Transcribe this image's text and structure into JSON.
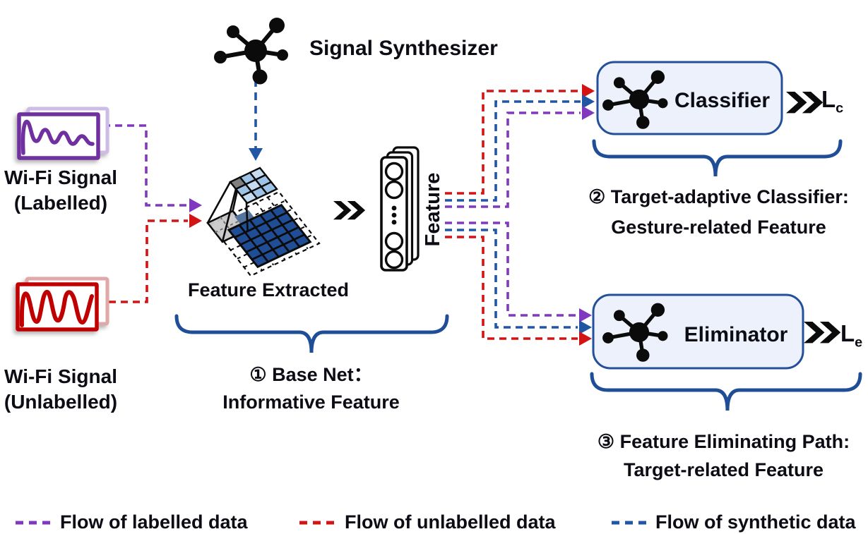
{
  "title": "Wi-Fi sensing framework diagram",
  "colors": {
    "ink": "#0c0c14",
    "purple_flow": "#8038BE",
    "purple_box": "#7030A0",
    "purple_shadow": "#CDBCE6",
    "red_flow": "#D21414",
    "red_box": "#C00000",
    "red_shadow": "#E0A8A8",
    "blue_flow": "#2156A5",
    "brace_blue": "#1F4E96",
    "box_fill": "#EDF1FB",
    "box_border": "#24509B",
    "grid_dark_blue": "#1F4E96",
    "grid_light_blue": "#9DC3E6",
    "grid_lighter_blue": "#C6DCF1",
    "gray_patch": "#C9C9C9",
    "dark_gray": "#7F7F7F",
    "steel": "#54749E"
  },
  "icons": {
    "synthesizer": "molecule-icon",
    "classifier": "molecule-icon",
    "eliminator": "molecule-icon",
    "forward": "double-chevron-icon"
  },
  "nodes": {
    "signal_synthesizer": {
      "label": "Signal Synthesizer"
    },
    "wifi_labelled": {
      "line1": "Wi-Fi Signal",
      "line2": "(Labelled)"
    },
    "wifi_unlabelled": {
      "line1": "Wi-Fi Signal",
      "line2": "(Unlabelled)"
    },
    "feature_extractor": {
      "label": "Feature Extracted"
    },
    "feature_vector": {
      "label": "Feature"
    },
    "classifier": {
      "label": "Classifier",
      "loss": "L",
      "loss_sub": "c"
    },
    "eliminator": {
      "label": "Eliminator",
      "loss": "L",
      "loss_sub": "e"
    }
  },
  "captions": {
    "base_net": {
      "line1": "① Base Net：",
      "line2": "Informative Feature"
    },
    "classifier_path": {
      "line1": "② Target-adaptive Classifier:",
      "line2": "Gesture-related Feature"
    },
    "eliminator_path": {
      "line1": "③ Feature Eliminating Path:",
      "line2": "Target-related Feature"
    }
  },
  "legend": [
    {
      "label": "Flow of labelled data",
      "color_key": "purple_flow"
    },
    {
      "label": "Flow of unlabelled data",
      "color_key": "red_flow"
    },
    {
      "label": "Flow of synthetic data",
      "color_key": "blue_flow"
    }
  ]
}
